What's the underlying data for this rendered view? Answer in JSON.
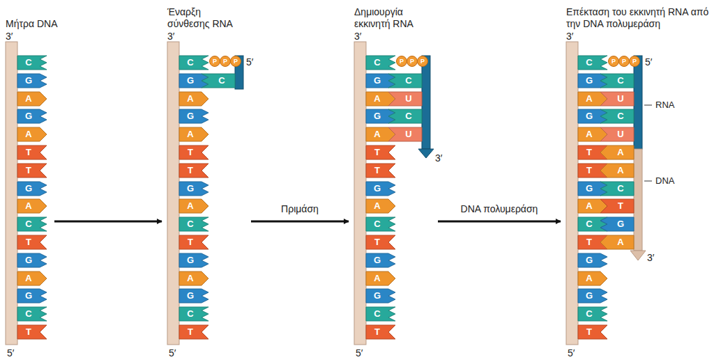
{
  "diagram": {
    "nodes": [
      {
        "text": [
          "Μήτρα DNA"
        ]
      },
      {
        "text": [
          "C"
        ],
        "in": 0
      },
      {
        "text": [
          "G"
        ],
        "in": 0
      },
      {
        "text": [
          "A"
        ],
        "in": 0
      },
      {
        "text": [
          "G"
        ],
        "in": 0
      },
      {
        "text": [
          "A"
        ],
        "in": 0
      },
      {
        "text": [
          "T"
        ],
        "in": 0
      },
      {
        "text": [
          "T"
        ],
        "in": 0
      },
      {
        "text": [
          "G"
        ],
        "in": 0
      },
      {
        "text": [
          "A"
        ],
        "in": 0
      },
      {
        "text": [
          "C"
        ],
        "in": 0
      },
      {
        "text": [
          "T"
        ],
        "in": 0
      },
      {
        "text": [
          "G"
        ],
        "in": 0
      },
      {
        "text": [
          "A"
        ],
        "in": 0
      },
      {
        "text": [
          "G"
        ],
        "in": 0
      },
      {
        "text": [
          "C"
        ],
        "in": 0
      },
      {
        "text": [
          "T"
        ],
        "in": 0
      },
      {
        "text": [
          "Έναρξη σύνθεσης RNA"
        ]
      },
      {
        "text": [
          "P"
        ],
        "in": 17
      },
      {
        "text": [
          "P"
        ],
        "in": 17
      },
      {
        "text": [
          "P"
        ],
        "in": 17
      },
      {
        "text": [
          "C"
        ],
        "in": 17
      },
      {
        "text": [
          "G"
        ],
        "in": 17
      },
      {
        "text": [
          "C"
        ],
        "in": 17
      },
      {
        "text": [
          "A"
        ],
        "in": 17
      },
      {
        "text": [
          "G"
        ],
        "in": 17
      },
      {
        "text": [
          "A"
        ],
        "in": 17
      },
      {
        "text": [
          "T"
        ],
        "in": 17
      },
      {
        "text": [
          "T"
        ],
        "in": 17
      },
      {
        "text": [
          "G"
        ],
        "in": 17
      },
      {
        "text": [
          "A"
        ],
        "in": 17
      },
      {
        "text": [
          "C"
        ],
        "in": 17
      },
      {
        "text": [
          "T"
        ],
        "in": 17
      },
      {
        "text": [
          "G"
        ],
        "in": 17
      },
      {
        "text": [
          "A"
        ],
        "in": 17
      },
      {
        "text": [
          "G"
        ],
        "in": 17
      },
      {
        "text": [
          "C"
        ],
        "in": 17
      },
      {
        "text": [
          "T"
        ],
        "in": 17
      },
      {
        "text": [
          "Δημιουργία εκκινητή RNA"
        ]
      },
      {
        "text": [
          "P"
        ],
        "in": 38
      },
      {
        "text": [
          "P"
        ],
        "in": 38
      },
      {
        "text": [
          "P"
        ],
        "in": 38
      },
      {
        "text": [
          "C"
        ],
        "in": 38
      },
      {
        "text": [
          "G"
        ],
        "in": 38
      },
      {
        "text": [
          "C"
        ],
        "in": 38
      },
      {
        "text": [
          "A"
        ],
        "in": 38
      },
      {
        "text": [
          "U"
        ],
        "in": 38
      },
      {
        "text": [
          "G"
        ],
        "in": 38
      },
      {
        "text": [
          "C"
        ],
        "in": 38
      },
      {
        "text": [
          "A"
        ],
        "in": 38
      },
      {
        "text": [
          "U"
        ],
        "in": 38
      },
      {
        "text": [
          "T"
        ],
        "in": 38
      },
      {
        "text": [
          "T"
        ],
        "in": 38
      },
      {
        "text": [
          "G"
        ],
        "in": 38
      },
      {
        "text": [
          "A"
        ],
        "in": 38
      },
      {
        "text": [
          "C"
        ],
        "in": 38
      },
      {
        "text": [
          "T"
        ],
        "in": 38
      },
      {
        "text": [
          "G"
        ],
        "in": 38
      },
      {
        "text": [
          "A"
        ],
        "in": 38
      },
      {
        "text": [
          "G"
        ],
        "in": 38
      },
      {
        "text": [
          "C"
        ],
        "in": 38
      },
      {
        "text": [
          "T"
        ],
        "in": 38
      },
      {
        "text": [
          "Επέκταση του εκκινητή RNA από την DNA πολυμεράση"
        ]
      },
      {
        "text": [
          "P"
        ],
        "in": 62
      },
      {
        "text": [
          "P"
        ],
        "in": 62
      },
      {
        "text": [
          "P"
        ],
        "in": 62
      },
      {
        "text": [
          "C"
        ],
        "in": 62
      },
      {
        "text": [
          "G"
        ],
        "in": 62
      },
      {
        "text": [
          "C"
        ],
        "in": 62
      },
      {
        "text": [
          "A"
        ],
        "in": 62
      },
      {
        "text": [
          "U"
        ],
        "in": 62
      },
      {
        "text": [
          "G"
        ],
        "in": 62
      },
      {
        "text": [
          "C"
        ],
        "in": 62
      },
      {
        "text": [
          "A"
        ],
        "in": 62
      },
      {
        "text": [
          "U"
        ],
        "in": 62
      },
      {
        "text": [
          "T"
        ],
        "in": 62
      },
      {
        "text": [
          "A"
        ],
        "in": 62
      },
      {
        "text": [
          "T"
        ],
        "in": 62
      },
      {
        "text": [
          "A"
        ],
        "in": 62
      },
      {
        "text": [
          "G"
        ],
        "in": 62
      },
      {
        "text": [
          "C"
        ],
        "in": 62
      },
      {
        "text": [
          "A"
        ],
        "in": 62
      },
      {
        "text": [
          "T"
        ],
        "in": 62
      },
      {
        "text": [
          "C"
        ],
        "in": 62
      },
      {
        "text": [
          "G"
        ],
        "in": 62
      },
      {
        "text": [
          "T"
        ],
        "in": 62
      },
      {
        "text": [
          "A"
        ],
        "in": 62
      },
      {
        "text": [
          "G"
        ],
        "in": 62
      },
      {
        "text": [
          "A"
        ],
        "in": 62
      },
      {
        "text": [
          "G"
        ],
        "in": 62
      },
      {
        "text": [
          "C"
        ],
        "in": 62
      },
      {
        "text": [
          "T"
        ],
        "in": 62
      }
    ],
    "edges": [
      {
        "from": 0,
        "to": 17,
        "arrow": "to"
      },
      {
        "from": 17,
        "to": 38,
        "label": "Πριμάση",
        "arrow": "to"
      },
      {
        "from": 38,
        "to": 62,
        "label": "DNA πολυμεράση",
        "arrow": "to"
      }
    ],
    "labels": [
      "3′",
      "5′",
      "3′",
      "5′",
      "5′",
      "3′",
      "3′",
      "5′",
      "3′",
      "5′",
      "RNA",
      "DNA",
      "3′",
      "5′"
    ]
  }
}
